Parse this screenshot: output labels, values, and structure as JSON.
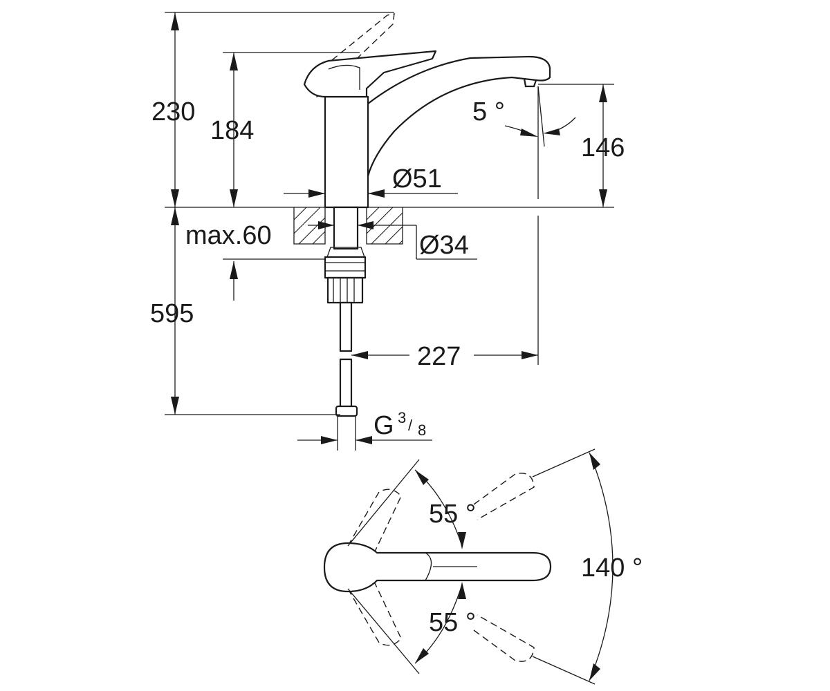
{
  "dimensions": {
    "total_height": "230",
    "lever_height": "184",
    "spout_height": "146",
    "spout_angle": "5 °",
    "body_diameter": "Ø51",
    "hole_diameter": "Ø34",
    "max_thickness": "max.60",
    "hose_length": "595",
    "spout_reach": "227",
    "thread_main": "G",
    "thread_num": "3",
    "thread_sep": "/",
    "thread_den": "8"
  },
  "top_view": {
    "angle_upper": "55 °",
    "angle_lower": "55 °",
    "swivel_range": "140 °"
  }
}
